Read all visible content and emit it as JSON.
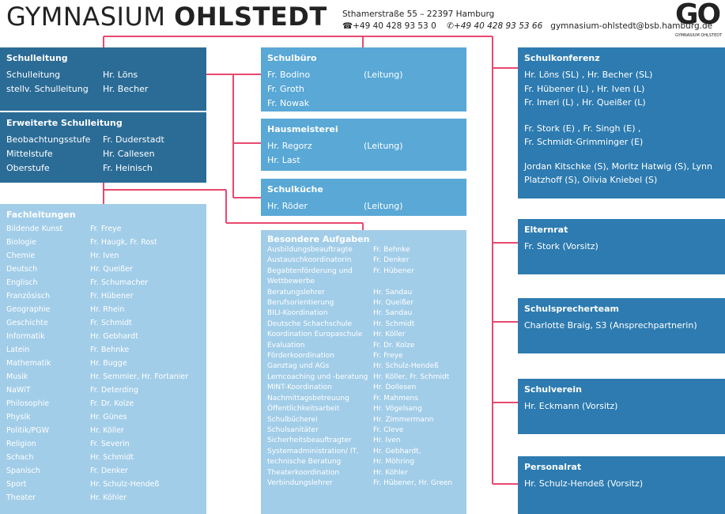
{
  "header": {
    "title_normal": "GYMNASIUM",
    "title_bold": "OHLSTEDT",
    "address_line": "Sthamerstraße 55  –  22397 Hamburg",
    "phone": "+49 40 428 93 53 0",
    "fax": "+49 40 428 93 53 66",
    "email": "gymnasium-ohlstedt@bsb.hamburg.de",
    "logo_letters": "GO",
    "logo_caption": "GYMNASIUM OHLSTEDT"
  },
  "colors": {
    "dark": "#2b6c96",
    "mid": "#59a8d6",
    "light": "#a2cde8",
    "connector": "#e8496f"
  },
  "schulleitung": {
    "title": "Schulleitung",
    "rows": [
      {
        "role": "Schulleitung",
        "name": "Hr. Löns"
      },
      {
        "role": "stellv. Schulleitung",
        "name": "Hr. Becher"
      }
    ]
  },
  "erweiterte": {
    "title": "Erweiterte Schulleitung",
    "rows": [
      {
        "role": "Beobachtungsstufe",
        "name": "Fr. Duderstadt"
      },
      {
        "role": "Mittelstufe",
        "name": "Hr. Callesen"
      },
      {
        "role": "Oberstufe",
        "name": "Fr. Heinisch"
      }
    ]
  },
  "fachleitungen": {
    "title": "Fachleitungen",
    "rows": [
      {
        "subject": "Bildende Kunst",
        "name": "Fr. Freye"
      },
      {
        "subject": "Biologie",
        "name": "Fr. Haugk, Fr. Rost"
      },
      {
        "subject": "Chemie",
        "name": "Hr. Iven"
      },
      {
        "subject": "Deutsch",
        "name": "Hr. Queißer"
      },
      {
        "subject": "Englisch",
        "name": "Fr. Schumacher"
      },
      {
        "subject": "Französisch",
        "name": "Fr. Hübener"
      },
      {
        "subject": "Geographie",
        "name": "Hr. Rhein"
      },
      {
        "subject": "Geschichte",
        "name": "Fr. Schmidt"
      },
      {
        "subject": "Informatik",
        "name": "Hr. Gebhardt"
      },
      {
        "subject": "Latein",
        "name": "Fr. Behnke"
      },
      {
        "subject": "Mathematik",
        "name": "Hr. Bugge"
      },
      {
        "subject": "Musik",
        "name": "Hr. Semmler, Hr. Fortanier"
      },
      {
        "subject": "NaWiT",
        "name": "Fr. Deterding"
      },
      {
        "subject": "Philosophie",
        "name": "Fr. Dr. Kolze"
      },
      {
        "subject": "Physik",
        "name": "Hr. Günes"
      },
      {
        "subject": "Politik/PGW",
        "name": "Hr. Köller"
      },
      {
        "subject": "Religion",
        "name": "Fr. Severin"
      },
      {
        "subject": "Schach",
        "name": "Hr. Schmidt"
      },
      {
        "subject": "Spanisch",
        "name": "Fr. Denker"
      },
      {
        "subject": "Sport",
        "name": "Hr. Schulz-Hendeß"
      },
      {
        "subject": "Theater",
        "name": "Hr. Köhler"
      }
    ]
  },
  "schulbuero": {
    "title": "Schulbüro",
    "rows": [
      {
        "name": "Fr. Bodino",
        "note": "(Leitung)"
      },
      {
        "name": "Fr. Groth",
        "note": ""
      },
      {
        "name": "Fr. Nowak",
        "note": ""
      }
    ]
  },
  "hausmeisterei": {
    "title": "Hausmeisterei",
    "rows": [
      {
        "name": "Hr. Regorz",
        "note": "(Leitung)"
      },
      {
        "name": "Hr. Last",
        "note": ""
      }
    ]
  },
  "schulkueche": {
    "title": "Schulküche",
    "rows": [
      {
        "name": "Hr. Röder",
        "note": "(Leitung)"
      }
    ]
  },
  "besondere": {
    "title": "Besondere Aufgaben",
    "rows": [
      {
        "task": "Ausbildungsbeauftragte",
        "name": "Fr. Behnke"
      },
      {
        "task": "Austauschkoordinatorin",
        "name": "Fr. Denker"
      },
      {
        "task": "Begabtenförderung und Wettbewerbe",
        "name": "Fr. Hübener"
      },
      {
        "task": "Beratungslehrer",
        "name": "Hr. Sandau"
      },
      {
        "task": "Berufsorientierung",
        "name": "Hr. Queißer"
      },
      {
        "task": "BILI-Koordination",
        "name": "Hr. Sandau"
      },
      {
        "task": "Deutsche Schachschule",
        "name": "Hr. Schmidt"
      },
      {
        "task": "Koordination Europaschule",
        "name": "Hr. Köller"
      },
      {
        "task": "Evaluation",
        "name": "Fr. Dr. Kolze"
      },
      {
        "task": "Förderkoordination",
        "name": "Fr. Freye"
      },
      {
        "task": "Ganztag und AGs",
        "name": "Hr. Schulz-Hendeß"
      },
      {
        "task": "Lerncoaching und -beratung",
        "name": "Hr. Köller, Fr. Schmidt"
      },
      {
        "task": "MINT-Koordination",
        "name": "Hr. Dollesen"
      },
      {
        "task": "Nachmittagsbetreuung",
        "name": "Fr. Mahmens"
      },
      {
        "task": "Öffentlichkeitsarbeit",
        "name": "Hr. Vögelsang"
      },
      {
        "task": "Schulbücherei",
        "name": "Hr. Zimmermann"
      },
      {
        "task": "Schulsanitäter",
        "name": "Fr. Cleve"
      },
      {
        "task": "Sicherheitsbeauftragter",
        "name": "Hr. Iven"
      },
      {
        "task": "Systemadministration/ IT, technische Beratung",
        "name": "Hr. Gebhardt,\nHr. Möhring"
      },
      {
        "task": "Theaterkoordination",
        "name": "Hr. Köhler"
      },
      {
        "task": "Verbindungslehrer",
        "name": "Fr. Hübener, Hr. Green"
      }
    ]
  },
  "schulkonferenz": {
    "title": "Schulkonferenz",
    "lines": [
      "Hr. Löns (SL) , Hr. Becher (SL)",
      "Fr. Hübener (L) , Hr. Iven (L)",
      "Fr. Imeri (L) , Hr. Queißer (L)",
      "Fr. Stork  (E) , Fr. Singh  (E) ,",
      "Fr. Schmidt-Grimminger (E)",
      "Jordan Kitschke (S), Moritz Hatwig (S), Lynn Platzhoff (S), Olivia Kniebel (S)"
    ]
  },
  "elternrat": {
    "title": "Elternrat",
    "text": "Fr. Stork (Vorsitz)"
  },
  "schulsprecherteam": {
    "title": "Schulsprecherteam",
    "text": "Charlotte Braig, S3 (Ansprechpartnerin)"
  },
  "schulverein": {
    "title": "Schulverein",
    "text": "Hr. Eckmann (Vorsitz)"
  },
  "personalrat": {
    "title": "Personalrat",
    "text": "Hr. Schulz-Hendeß (Vorsitz)"
  }
}
